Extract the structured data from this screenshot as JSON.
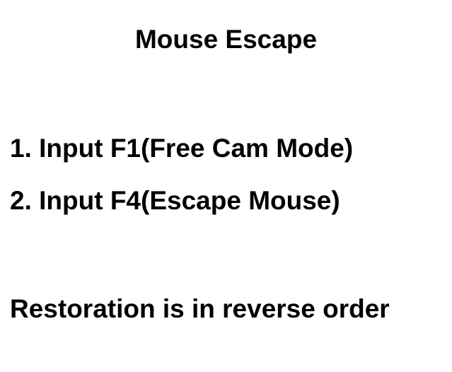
{
  "document": {
    "title": "Mouse Escape",
    "steps": [
      "1. Input F1(Free Cam Mode)",
      "2. Input F4(Escape Mouse)"
    ],
    "note": "Restoration is in reverse order"
  }
}
